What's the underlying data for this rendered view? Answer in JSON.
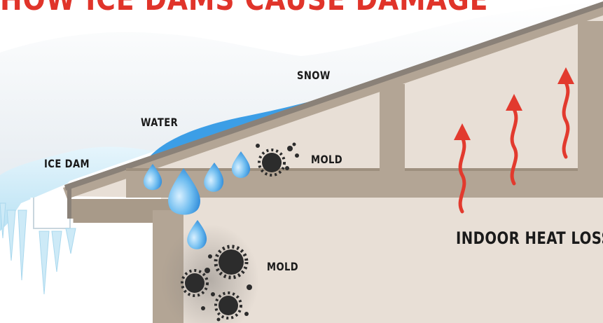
{
  "title": "HOW ICE DAMS CAUSE DAMAGE",
  "labels": {
    "snow": "SNOW",
    "water": "WATER",
    "ice_dam": "ICE DAM",
    "mold_attic": "MOLD",
    "mold_wall": "MOLD",
    "heat_loss": "INDOOR HEAT LOSS"
  },
  "colors": {
    "title": "#e0342a",
    "heat_arrow": "#e23a2e",
    "water": "#3c9ee6",
    "ice": "#cdeaf7",
    "snow": "#f4f6f8",
    "wall": "#e8dfd6",
    "framing": "#b3a595",
    "shingle": "#8a8178",
    "mold": "#2c2c2c"
  },
  "icons": [
    "water-drop-icon",
    "mold-spore-icon",
    "heat-arrow-icon",
    "gutter-icon",
    "icicle-icon"
  ]
}
